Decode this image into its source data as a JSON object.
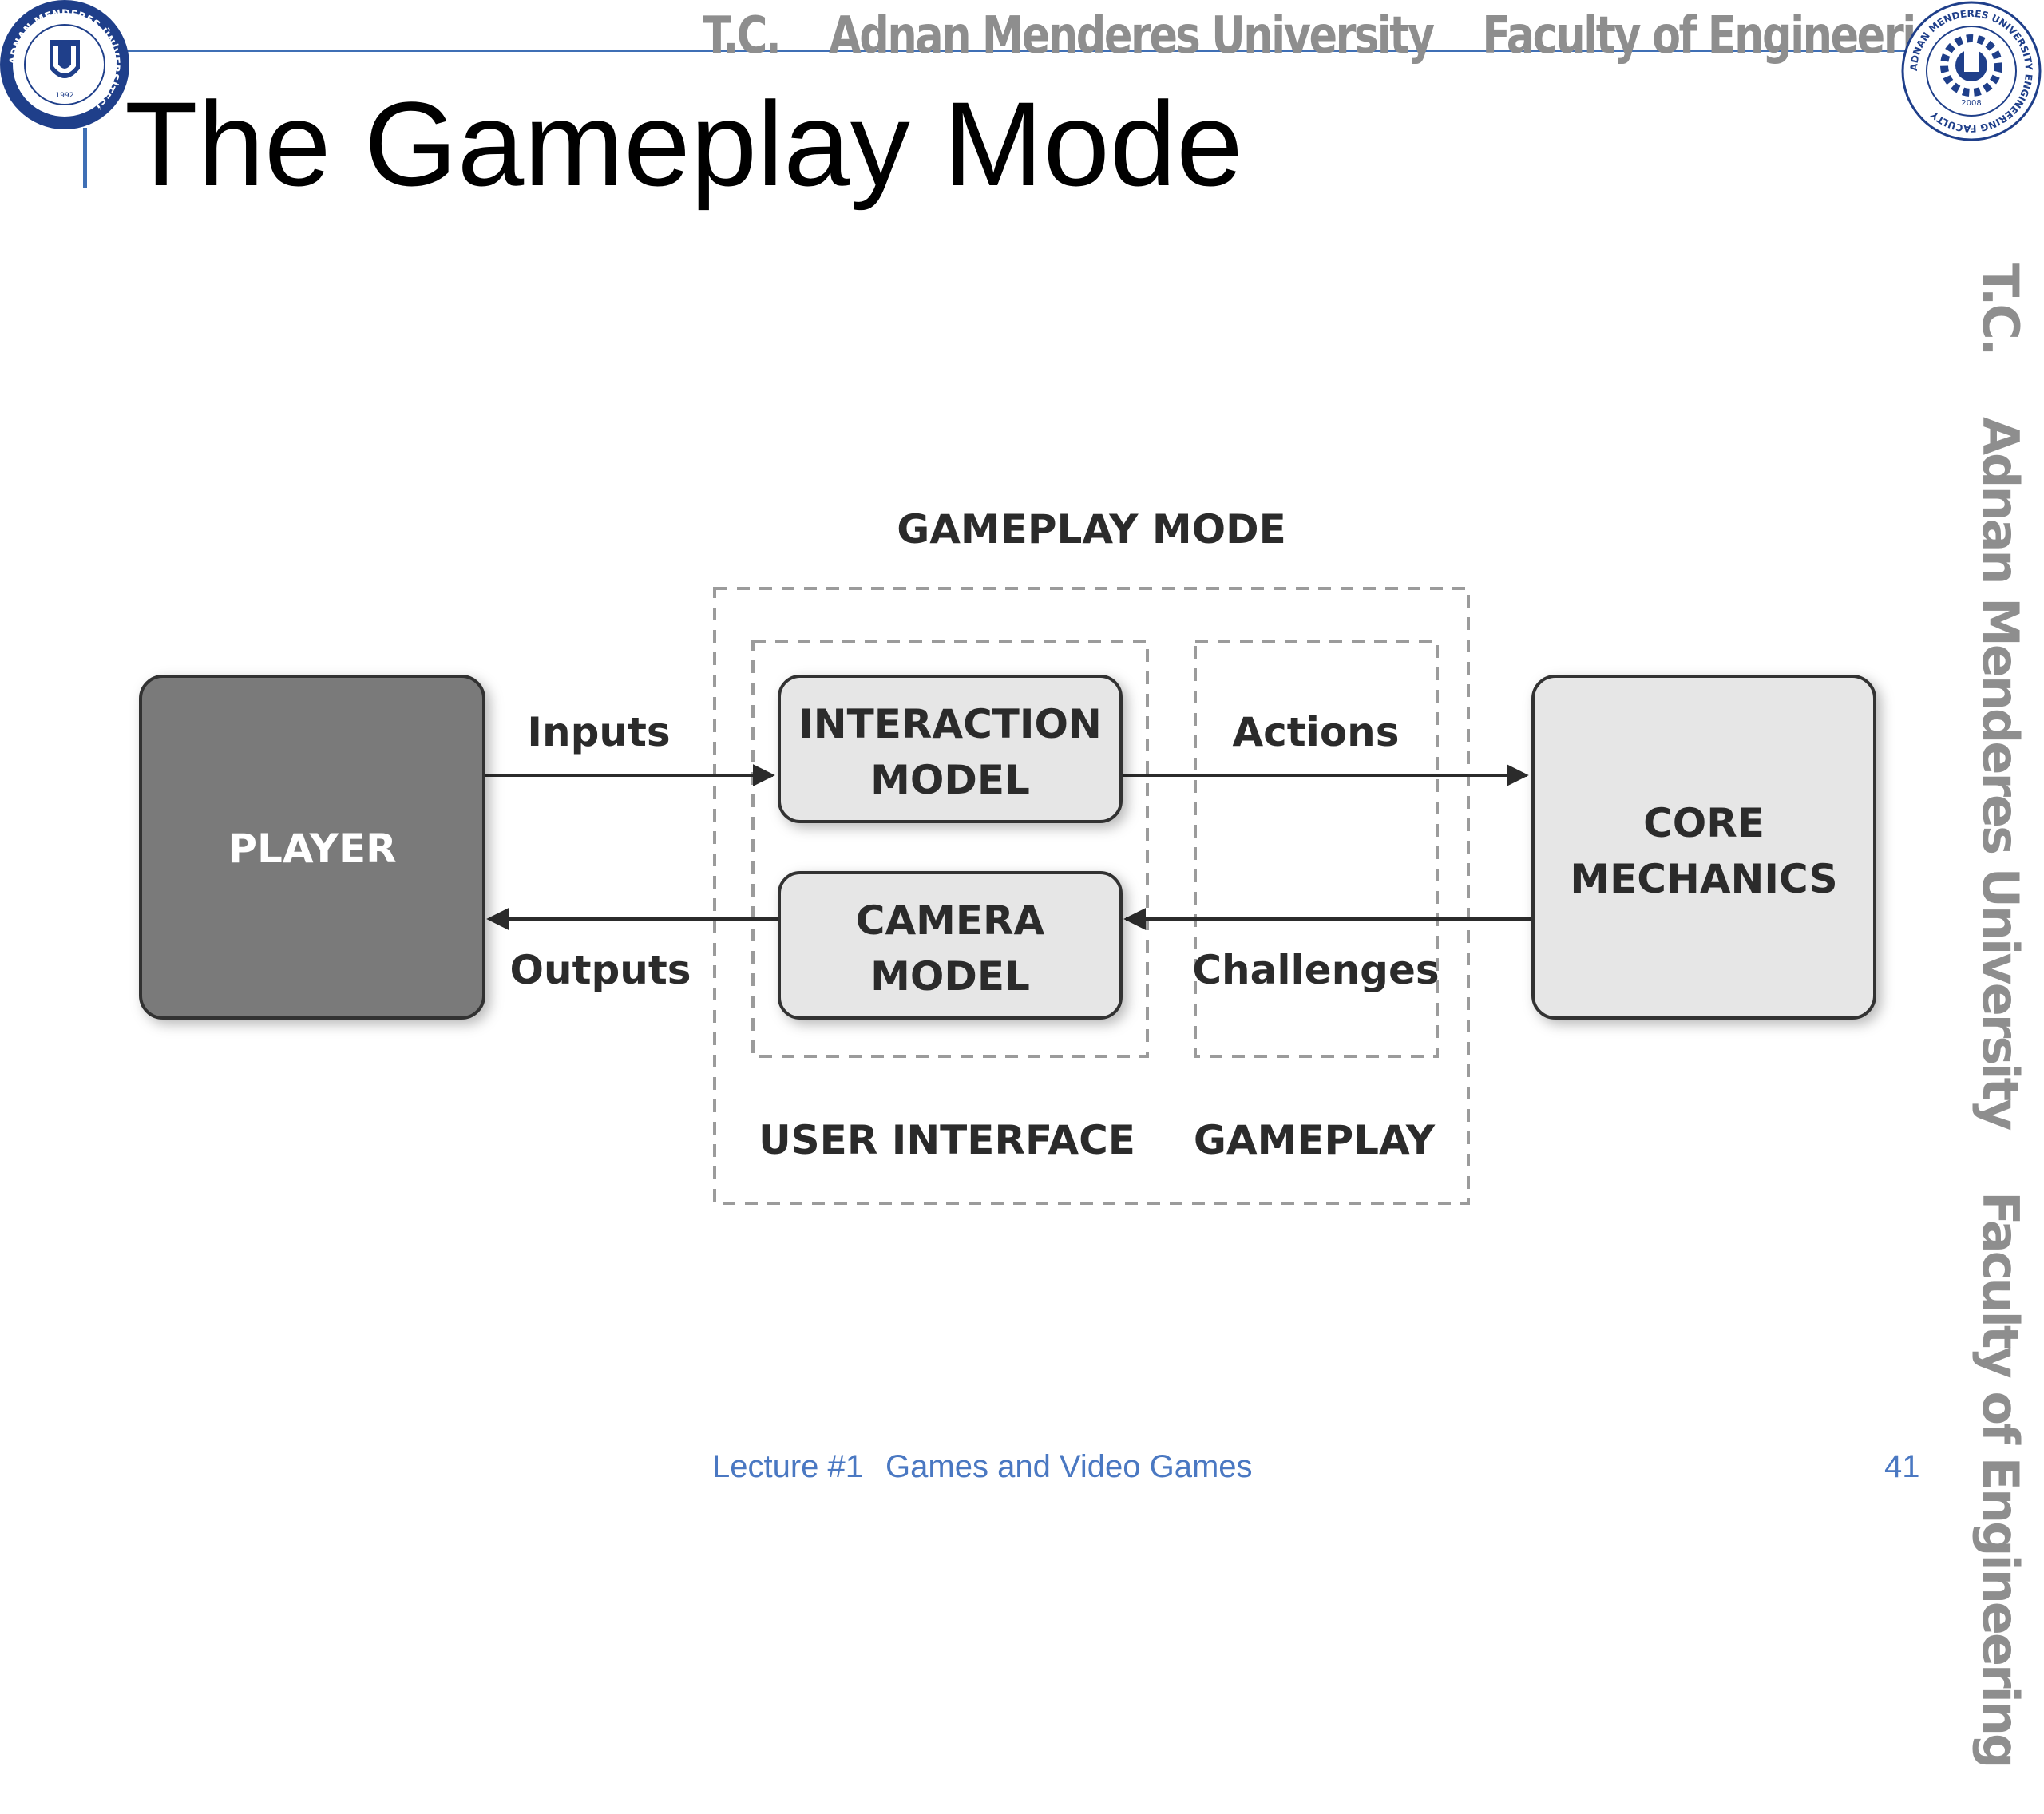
{
  "header": {
    "tc": "T.C.",
    "university": "Adnan Menderes University",
    "faculty": "Faculty of Engineering",
    "logo_left_text": "ADNAN MENDERES ÜNİVERSİTESİ",
    "logo_left_year": "1992",
    "logo_right_text": "ADNAN MENDERES UNIVERSITY ENGINEERING FACULTY",
    "logo_right_year": "2008"
  },
  "slide": {
    "title": "The Gameplay Mode"
  },
  "diagram": {
    "title": "GAMEPLAY MODE",
    "player": "PLAYER",
    "interaction_model": [
      "INTERACTION",
      "MODEL"
    ],
    "camera_model": [
      "CAMERA",
      "MODEL"
    ],
    "core_mechanics": [
      "CORE",
      "MECHANICS"
    ],
    "inputs": "Inputs",
    "outputs": "Outputs",
    "actions": "Actions",
    "challenges": "Challenges",
    "user_interface": "USER INTERFACE",
    "gameplay": "GAMEPLAY"
  },
  "footer": {
    "lecture": "Lecture #1",
    "topic": "Games and Video Games",
    "page_number": "41"
  },
  "colors": {
    "accent_blue": "#3f6fb5",
    "player_fill": "#7a7a7a",
    "box_fill": "#e6e6e6",
    "banner_gray": "#8e8e8e"
  }
}
